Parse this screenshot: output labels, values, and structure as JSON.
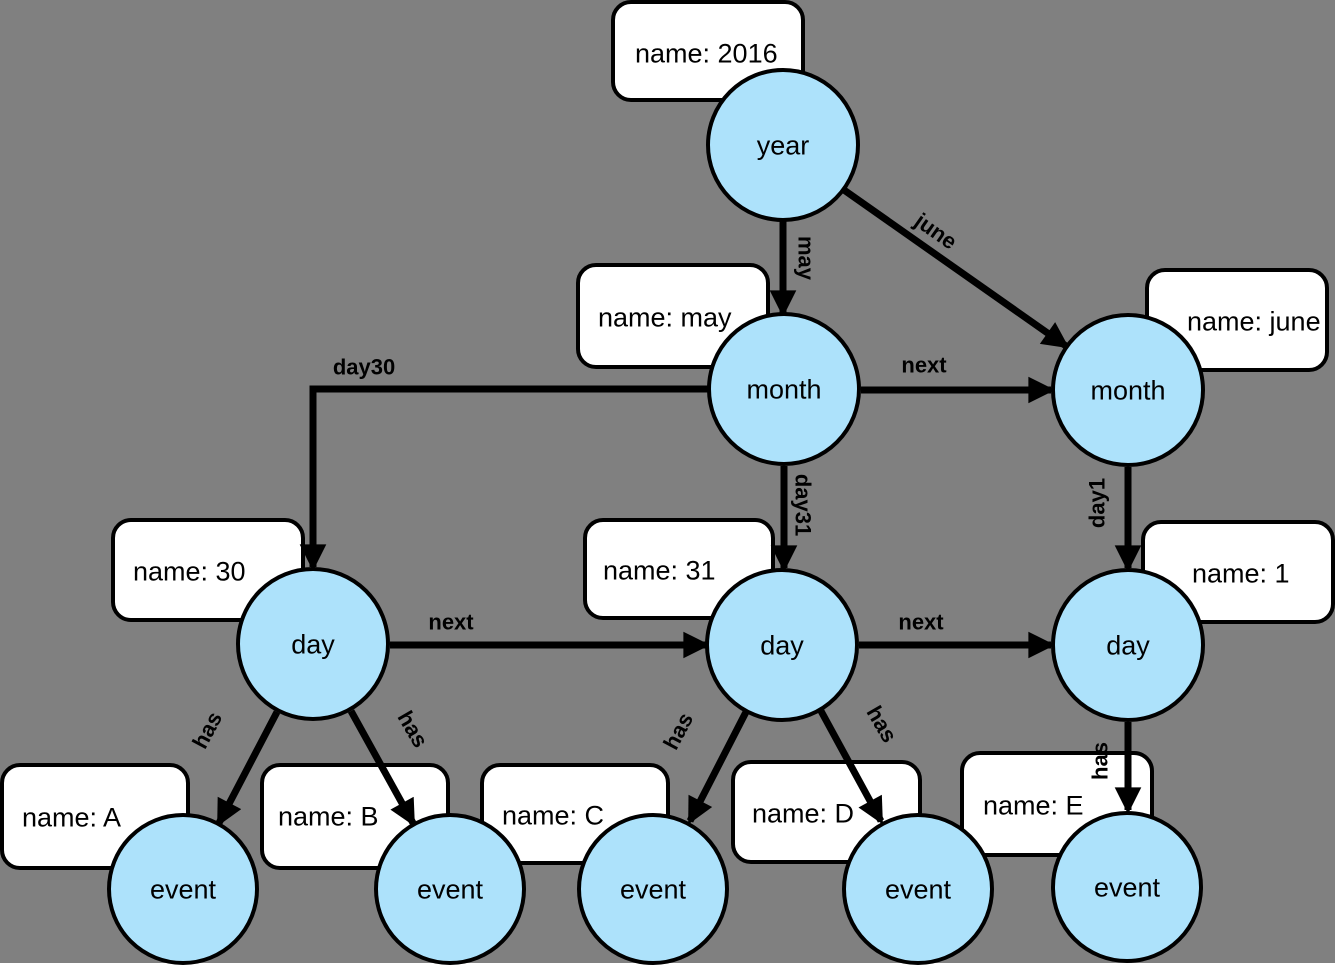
{
  "diagram": {
    "type": "graph",
    "description": "Time-tree graph: year 2016 linked to months, days and events",
    "colors": {
      "background": "#808080",
      "node_fill": "#ADE2FB",
      "node_stroke": "#000000",
      "property_box_fill": "#FFFFFF",
      "edge_color": "#000000",
      "text_color": "#000000"
    },
    "nodes": [
      {
        "id": "year",
        "label": "year"
      },
      {
        "id": "month-may",
        "label": "month"
      },
      {
        "id": "month-june",
        "label": "month"
      },
      {
        "id": "day-30",
        "label": "day"
      },
      {
        "id": "day-31",
        "label": "day"
      },
      {
        "id": "day-1",
        "label": "day"
      },
      {
        "id": "event-a",
        "label": "event"
      },
      {
        "id": "event-b",
        "label": "event"
      },
      {
        "id": "event-c",
        "label": "event"
      },
      {
        "id": "event-d",
        "label": "event"
      },
      {
        "id": "event-e",
        "label": "event"
      }
    ],
    "property_boxes": [
      {
        "for": "year",
        "text": "name: 2016"
      },
      {
        "for": "month-may",
        "text": "name: may"
      },
      {
        "for": "month-june",
        "text": "name: june"
      },
      {
        "for": "day-30",
        "text": "name: 30"
      },
      {
        "for": "day-31",
        "text": "name: 31"
      },
      {
        "for": "day-1",
        "text": "name: 1"
      },
      {
        "for": "event-a",
        "text": "name: A"
      },
      {
        "for": "event-b",
        "text": "name: B"
      },
      {
        "for": "event-c",
        "text": "name: C"
      },
      {
        "for": "event-d",
        "text": "name: D"
      },
      {
        "for": "event-e",
        "text": "name: E"
      }
    ],
    "edges": [
      {
        "from": "year",
        "to": "month-may",
        "label": "may"
      },
      {
        "from": "year",
        "to": "month-june",
        "label": "june"
      },
      {
        "from": "month-may",
        "to": "month-june",
        "label": "next"
      },
      {
        "from": "month-may",
        "to": "day-30",
        "label": "day30"
      },
      {
        "from": "month-may",
        "to": "day-31",
        "label": "day31"
      },
      {
        "from": "month-june",
        "to": "day-1",
        "label": "day1"
      },
      {
        "from": "day-30",
        "to": "day-31",
        "label": "next"
      },
      {
        "from": "day-31",
        "to": "day-1",
        "label": "next"
      },
      {
        "from": "day-30",
        "to": "event-a",
        "label": "has"
      },
      {
        "from": "day-30",
        "to": "event-b",
        "label": "has"
      },
      {
        "from": "day-31",
        "to": "event-c",
        "label": "has"
      },
      {
        "from": "day-31",
        "to": "event-d",
        "label": "has"
      },
      {
        "from": "day-1",
        "to": "event-e",
        "label": "has"
      }
    ]
  }
}
